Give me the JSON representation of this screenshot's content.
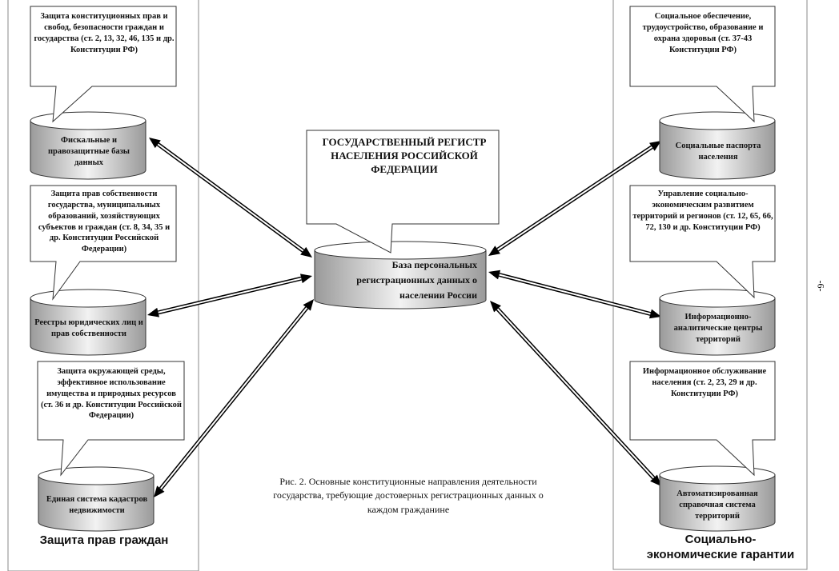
{
  "left_group": {
    "label": "Защита прав граждан",
    "callouts": [
      "Защита конституционных прав и свобод, безопасности граждан и государства (ст. 2, 13,  32, 46, 135 и др. Конституции РФ)",
      "Защита прав собственности государства, муниципальных образований, хозяйствующих субъектов и граждан (ст. 8, 34, 35 и др. Конституции Российской Федерации)",
      "Защита окружающей среды, эффективное использование имущества и природных ресурсов (ст. 36 и др. Конституции Российской Федерации)"
    ],
    "databases": [
      "Фискальные и правозащитные базы данных",
      "Реестры юридических лиц и прав собственности",
      "Единая система кадастров недвижимости"
    ]
  },
  "right_group": {
    "label": "Социально-экономические гарантии",
    "callouts": [
      "Социальное обеспечение, трудоустройство, образование и охрана здоровья (ст. 37-43 Конституции РФ)",
      "Управление социально-экономическим развитием территорий и регионов (ст. 12, 65, 66, 72, 130 и др. Конституции РФ)",
      "Информационное обслуживание населения (ст. 2, 23, 29 и др. Конституции РФ)"
    ],
    "databases": [
      "Социальные паспорта населения",
      "Информационно-аналитические центры территорий",
      "Автоматизированная справочная система территорий"
    ]
  },
  "center": {
    "title": "ГОСУДАРСТВЕННЫЙ РЕГИСТР НАСЕЛЕНИЯ РОССИЙСКОЙ ФЕДЕРАЦИИ",
    "database": "База персональных регистрационных данных о населении России"
  },
  "caption": "Рис. 2. Основные конституционные направления деятельности государства, требующие достоверных регистрационных данных о каждом гражданине",
  "page_number": "-6-",
  "colors": {
    "cylinder_dark": "#9a9a9a",
    "cylinder_light": "#f2f2f2",
    "border": "#777777"
  }
}
